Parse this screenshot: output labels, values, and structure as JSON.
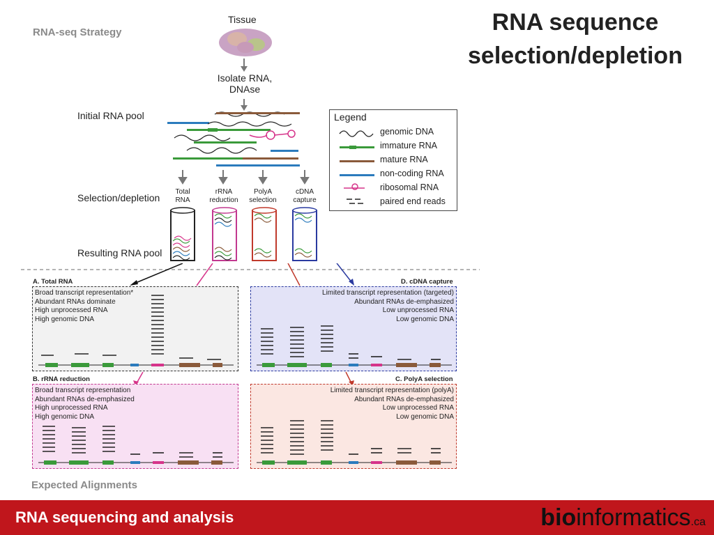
{
  "title_line1": "RNA sequence",
  "title_line2": "selection/depletion",
  "diagram": {
    "strategy": "RNA-seq Strategy",
    "tissue": "Tissue",
    "isolate_line1": "Isolate RNA,",
    "isolate_line2": "DNAse",
    "initial_pool": "Initial RNA pool",
    "selection_depletion": "Selection/depletion",
    "resulting_pool": "Resulting RNA pool",
    "expected_alignments": "Expected Alignments",
    "methods": [
      {
        "line1": "Total",
        "line2": "RNA"
      },
      {
        "line1": "rRNA",
        "line2": "reduction"
      },
      {
        "line1": "PolyA",
        "line2": "selection"
      },
      {
        "line1": "cDNA",
        "line2": "capture"
      }
    ],
    "legend": {
      "title": "Legend",
      "items": [
        "genomic DNA",
        "immature RNA",
        "mature RNA",
        "non-coding RNA",
        "ribosomal RNA",
        "paired end reads"
      ]
    },
    "panels": {
      "a": {
        "heading": "A. Total RNA",
        "lines": [
          "Broad transcript representation*",
          "Abundant RNAs dominate",
          "High unprocessed RNA",
          "High genomic DNA"
        ]
      },
      "b": {
        "heading": "B. rRNA reduction",
        "lines": [
          "Broad transcript representation",
          "Abundant RNAs de-emphasized",
          "High unprocessed RNA",
          "High genomic DNA"
        ]
      },
      "c": {
        "heading": "C. PolyA selection",
        "lines": [
          "Limited transcript representation (polyA)",
          "Abundant RNAs de-emphasized",
          "Low unprocessed RNA",
          "Low genomic DNA"
        ]
      },
      "d": {
        "heading": "D. cDNA capture",
        "lines": [
          "Limited transcript representation (targeted)",
          "Abundant RNAs de-emphasized",
          "Low unprocessed RNA",
          "Low genomic DNA"
        ]
      }
    }
  },
  "footer": {
    "left": "RNA sequencing and analysis",
    "brand_bold": "bio",
    "brand_rest": "informatics",
    "brand_tld": ".ca"
  },
  "colors": {
    "footer_red": "#c0161c",
    "green_exon": "#3a9a3a",
    "brown_exon": "#8a5a3a",
    "blue_noncoding": "#2b7bbd",
    "magenta_rrna": "#d6338a",
    "panel_a_border": "#333333",
    "panel_b_border": "#c2388f",
    "panel_c_border": "#c0392b",
    "panel_d_border": "#2a3aa0"
  }
}
